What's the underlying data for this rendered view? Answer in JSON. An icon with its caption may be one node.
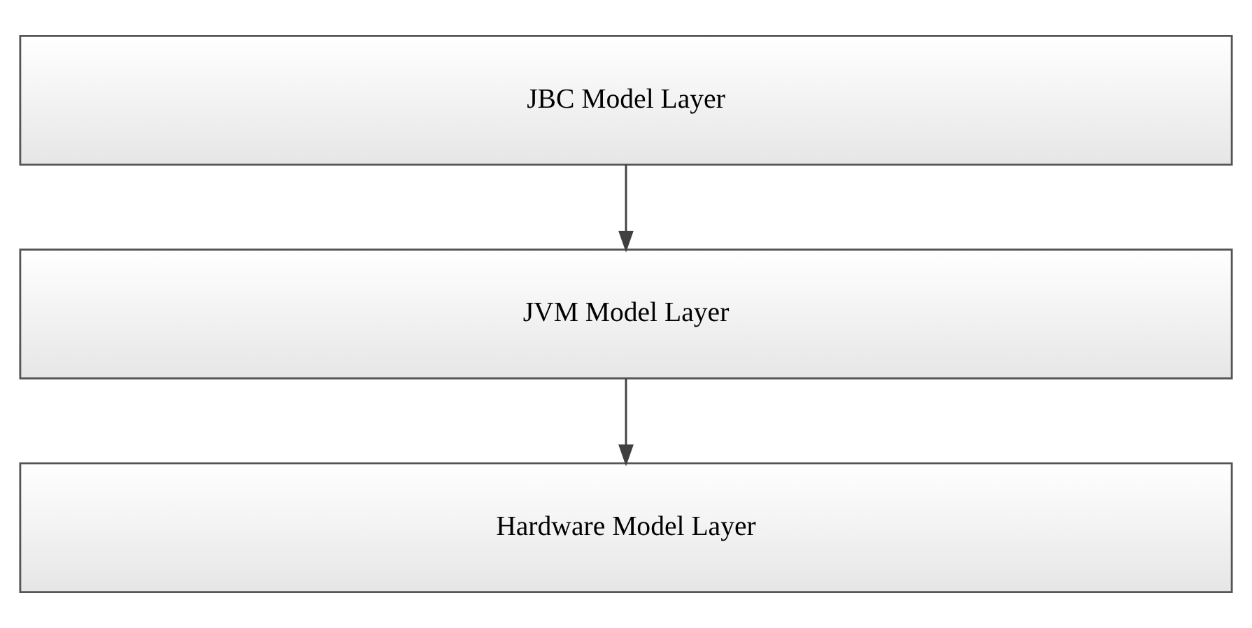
{
  "diagram": {
    "nodes": [
      {
        "text": [
          "JBC Model Layer"
        ]
      },
      {
        "text": [
          "JVM Model Layer"
        ]
      },
      {
        "text": [
          "Hardware Model Layer"
        ]
      }
    ],
    "edges": [
      {
        "from": 0,
        "to": 1,
        "arrow": "to"
      },
      {
        "from": 1,
        "to": 2,
        "arrow": "to"
      }
    ]
  }
}
